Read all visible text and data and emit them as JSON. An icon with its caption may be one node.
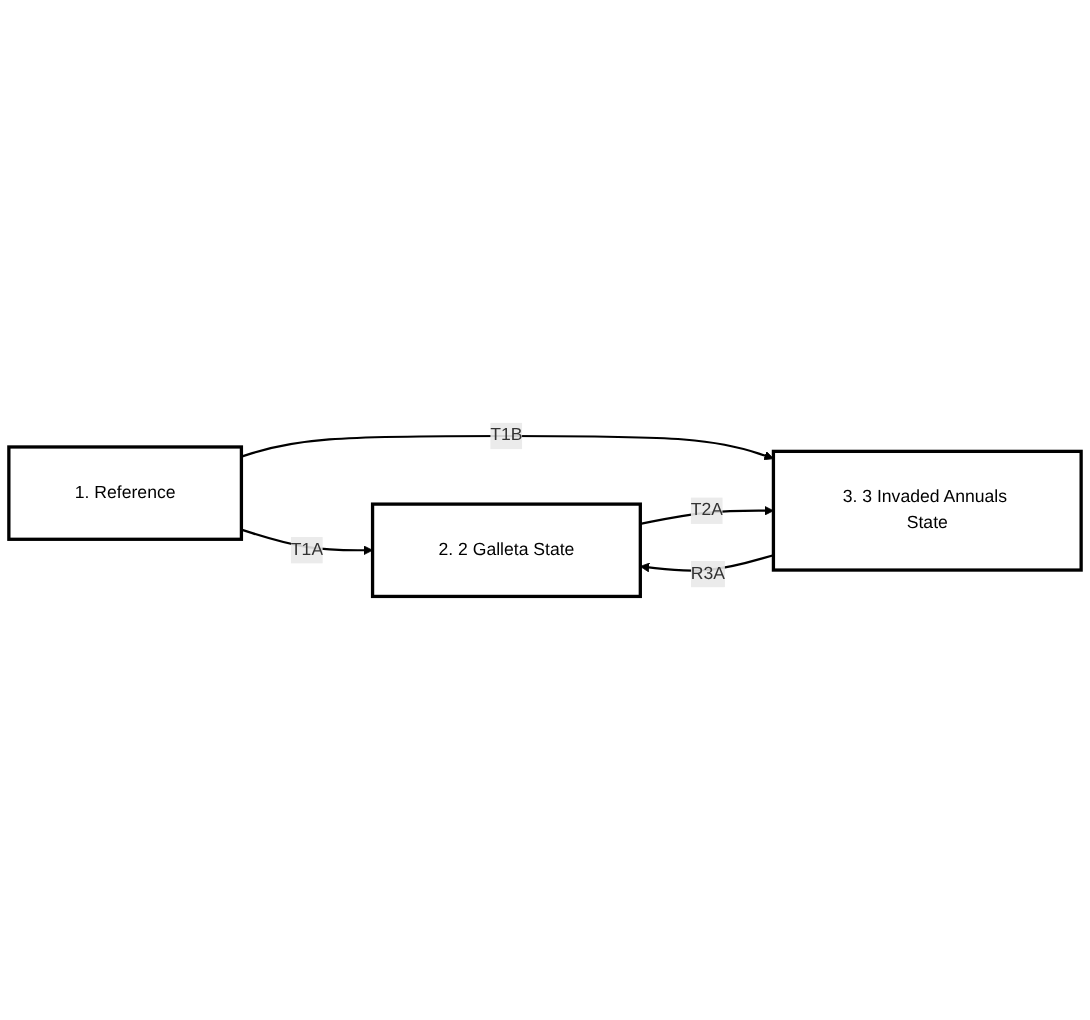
{
  "diagram": {
    "nodes": [
      {
        "text": [
          "1. Reference"
        ]
      },
      {
        "text": [
          "2. 2 Galleta State"
        ]
      },
      {
        "text": [
          "3. 3 Invaded Annuals State"
        ]
      }
    ],
    "edges": [
      {
        "from": 0,
        "to": 1,
        "arrow": "to",
        "label": "T1A"
      },
      {
        "from": 0,
        "to": 2,
        "arrow": "to",
        "label": "T1B"
      },
      {
        "from": 1,
        "to": 2,
        "arrow": "to",
        "label": "T2A"
      },
      {
        "from": 2,
        "to": 1,
        "arrow": "to",
        "label": "R3A"
      }
    ]
  }
}
